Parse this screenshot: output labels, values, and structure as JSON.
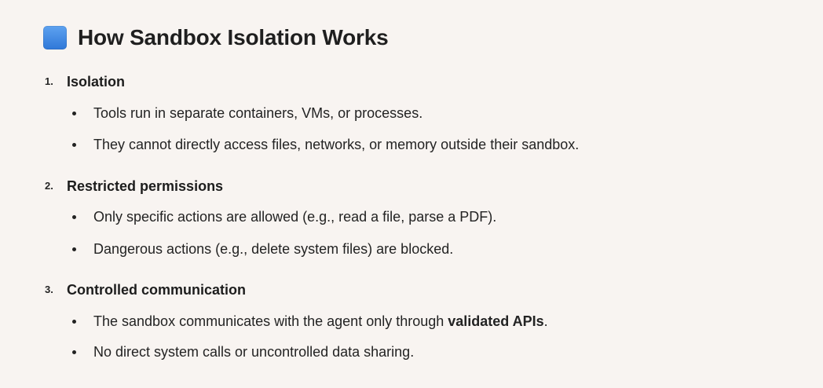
{
  "title": {
    "icon": "blue-square-icon",
    "text": "How Sandbox Isolation Works"
  },
  "sections": [
    {
      "number": "1.",
      "heading": "Isolation",
      "bullets": [
        "Tools run in separate containers, VMs, or processes.",
        "They cannot directly access files, networks, or memory outside their sandbox."
      ]
    },
    {
      "number": "2.",
      "heading": "Restricted permissions",
      "bullets": [
        "Only specific actions are allowed (e.g., read a file, parse a PDF).",
        "Dangerous actions (e.g., delete system files) are blocked."
      ]
    },
    {
      "number": "3.",
      "heading": "Controlled communication",
      "bullets": [
        {
          "before": "The sandbox communicates with the agent only through ",
          "strong": "validated APIs",
          "after": "."
        },
        "No direct system calls or uncontrolled data sharing."
      ]
    }
  ],
  "colors": {
    "background": "#f8f4f1",
    "text": "#1f1f1f",
    "icon_blue": "#2f78d8"
  }
}
